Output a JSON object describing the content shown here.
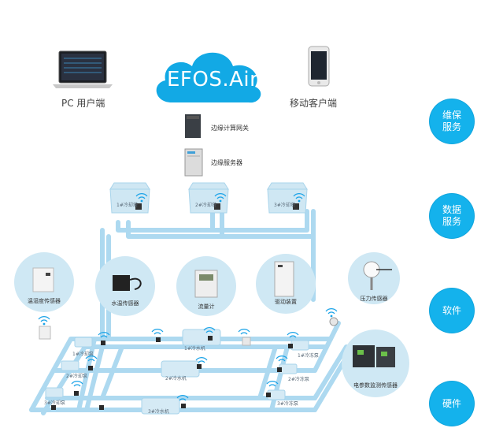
{
  "cloud": {
    "title": "EFOS.Air"
  },
  "clients": {
    "pc": "PC 用户端",
    "mobile": "移动客户端"
  },
  "edge": {
    "gateway": "边缘计算网关",
    "server": "边缘服务器"
  },
  "side_buttons": [
    {
      "label_line1": "维保",
      "label_line2": "服务"
    },
    {
      "label_line1": "数据",
      "label_line2": "服务"
    },
    {
      "label_line1": "软件",
      "label_line2": ""
    },
    {
      "label_line1": "硬件",
      "label_line2": ""
    }
  ],
  "sensors": {
    "temp_humidity": "温湿度传感器",
    "water_temp": "水温传感器",
    "flow_meter": "流量计",
    "drive": "驱动装置",
    "pressure": "压力传感器",
    "multi_param": "电参数监测传感器"
  },
  "equipment": {
    "tower1": "1#冷却塔",
    "tower2": "2#冷却塔",
    "tower3": "3#冷却塔",
    "cool_pump1": "1#冷却泵",
    "cool_pump2": "2#冷却泵",
    "cool_pump3": "3#冷却泵",
    "chiller1": "1#冷水机",
    "chiller2": "2#冷水机",
    "chiller3": "3#冷水机",
    "chw_pump1": "1#冷冻泵",
    "chw_pump2": "2#冷冻泵",
    "chw_pump3": "3#冷冻泵"
  }
}
